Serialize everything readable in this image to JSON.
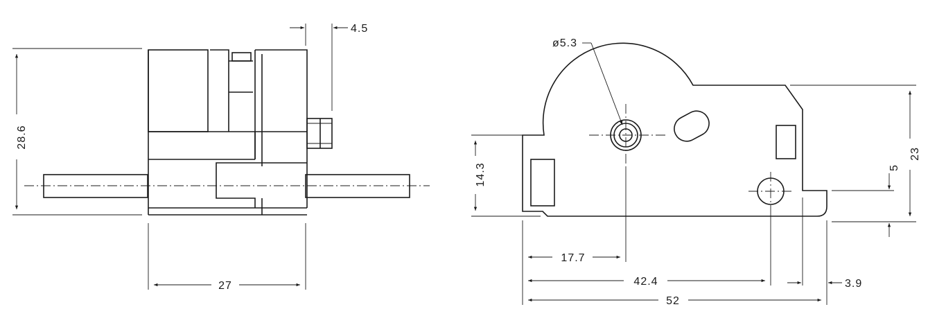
{
  "side_view": {
    "dims": {
      "height": "28.6",
      "width": "27",
      "shaft_offset": "4.5"
    }
  },
  "front_view": {
    "dims": {
      "hole_dia": "ø5.3",
      "height_left": "14.3",
      "height_right": "23",
      "step": "5",
      "hole_x": "17.7",
      "hole2_x": "42.4",
      "overall": "52",
      "edge": "3.9"
    }
  }
}
